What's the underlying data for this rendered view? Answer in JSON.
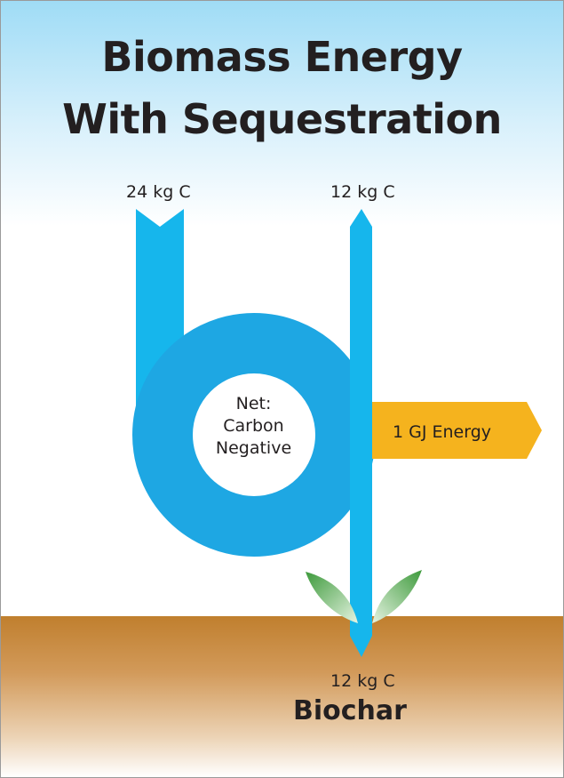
{
  "title": {
    "line1": "Biomass Energy",
    "line2": "With Sequestration"
  },
  "flows": {
    "input": {
      "label": "24 kg C"
    },
    "emission": {
      "label": "12 kg C"
    },
    "sequestered": {
      "label": "12 kg C"
    }
  },
  "center": {
    "line1": "Net:",
    "line2": "Carbon",
    "line3": "Negative"
  },
  "energy_output": {
    "label": "1 GJ Energy"
  },
  "product": {
    "label": "Biochar"
  },
  "colors": {
    "carbon_flow": "#1ea7e3",
    "carbon_stream": "#16b6ec",
    "energy": "#f5b31e",
    "soil": "#c07f2e",
    "sky": "#9fdcf6",
    "leaf": "#4fae4b",
    "text": "#231f20"
  }
}
